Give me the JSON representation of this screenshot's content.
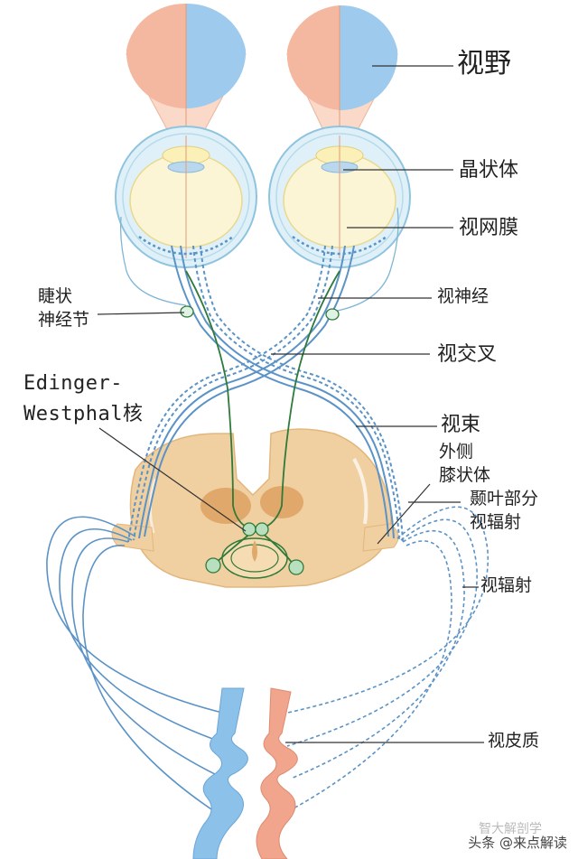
{
  "labels": {
    "visual_field": "视野",
    "lens": "晶状体",
    "retina": "视网膜",
    "ciliary_ganglion_1": "睫状",
    "ciliary_ganglion_2": "神经节",
    "optic_nerve": "视神经",
    "optic_chiasm": "视交叉",
    "edinger_1": "Edinger-",
    "edinger_2": "Westphal核",
    "optic_tract": "视束",
    "lgn_1": "外侧",
    "lgn_2": "膝状体",
    "temporal_1": "颞叶部分",
    "temporal_2": "视辐射",
    "optic_radiation": "视辐射",
    "visual_cortex": "视皮质"
  },
  "watermark": {
    "faint": "智大解剖学",
    "main": "头条 @来点解读"
  },
  "colors": {
    "field_left": "#f4b8a0",
    "field_right": "#9ecbed",
    "brain": "#f0cfa0",
    "nerve_blue": "#5b93c7",
    "nerve_green": "#2f7a3a",
    "cortex_blue": "#8cc1ea",
    "cortex_pink": "#f1a58c"
  }
}
